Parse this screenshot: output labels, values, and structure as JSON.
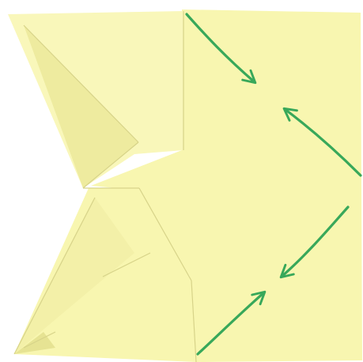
{
  "image": {
    "subject": "folded-paper-arrows",
    "colors": {
      "background": "#ffffff",
      "paper": "#f8f6b0",
      "paper_light": "#fbf9c4",
      "paper_shade": "#e9e69a",
      "fold_line": "#d7d389",
      "arrow": "#38a85a"
    },
    "arrows": [
      {
        "name": "arrow-top-left-down-right",
        "direction": "down-right"
      },
      {
        "name": "arrow-right-up-left",
        "direction": "up-left"
      },
      {
        "name": "arrow-right-down-left",
        "direction": "down-left"
      },
      {
        "name": "arrow-bottom-up-right",
        "direction": "up-right"
      }
    ]
  }
}
